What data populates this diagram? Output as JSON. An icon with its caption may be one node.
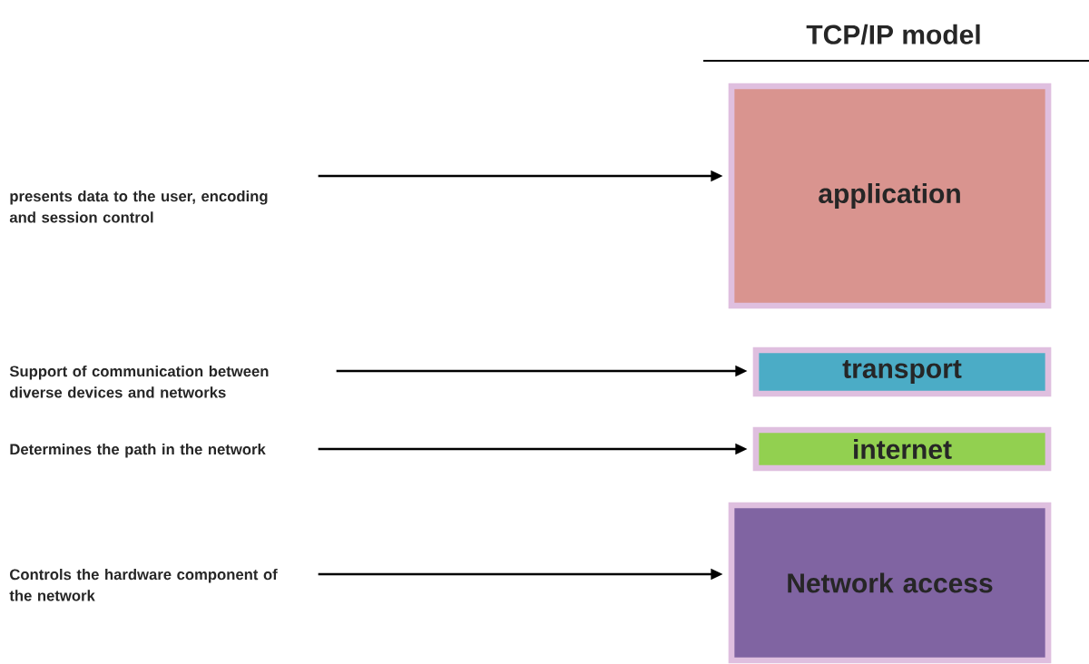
{
  "diagram": {
    "title": "TCP/IP model",
    "nodes": [
      {
        "text": [
          "presents data to the user, encoding and session control"
        ]
      },
      {
        "text": [
          "Support of communication between diverse devices and networks"
        ]
      },
      {
        "text": [
          "Determines the path in the network"
        ]
      },
      {
        "text": [
          "Controls the hardware component of the network"
        ]
      },
      {
        "text": [
          "application"
        ]
      },
      {
        "text": [
          "transport"
        ]
      },
      {
        "text": [
          "internet"
        ]
      },
      {
        "text": [
          "Network access"
        ]
      }
    ],
    "edges": [
      {
        "from": 0,
        "to": 4,
        "arrow": "to"
      },
      {
        "from": 1,
        "to": 5,
        "arrow": "to"
      },
      {
        "from": 2,
        "to": 6,
        "arrow": "to"
      },
      {
        "from": 3,
        "to": 7,
        "arrow": "to"
      }
    ]
  }
}
